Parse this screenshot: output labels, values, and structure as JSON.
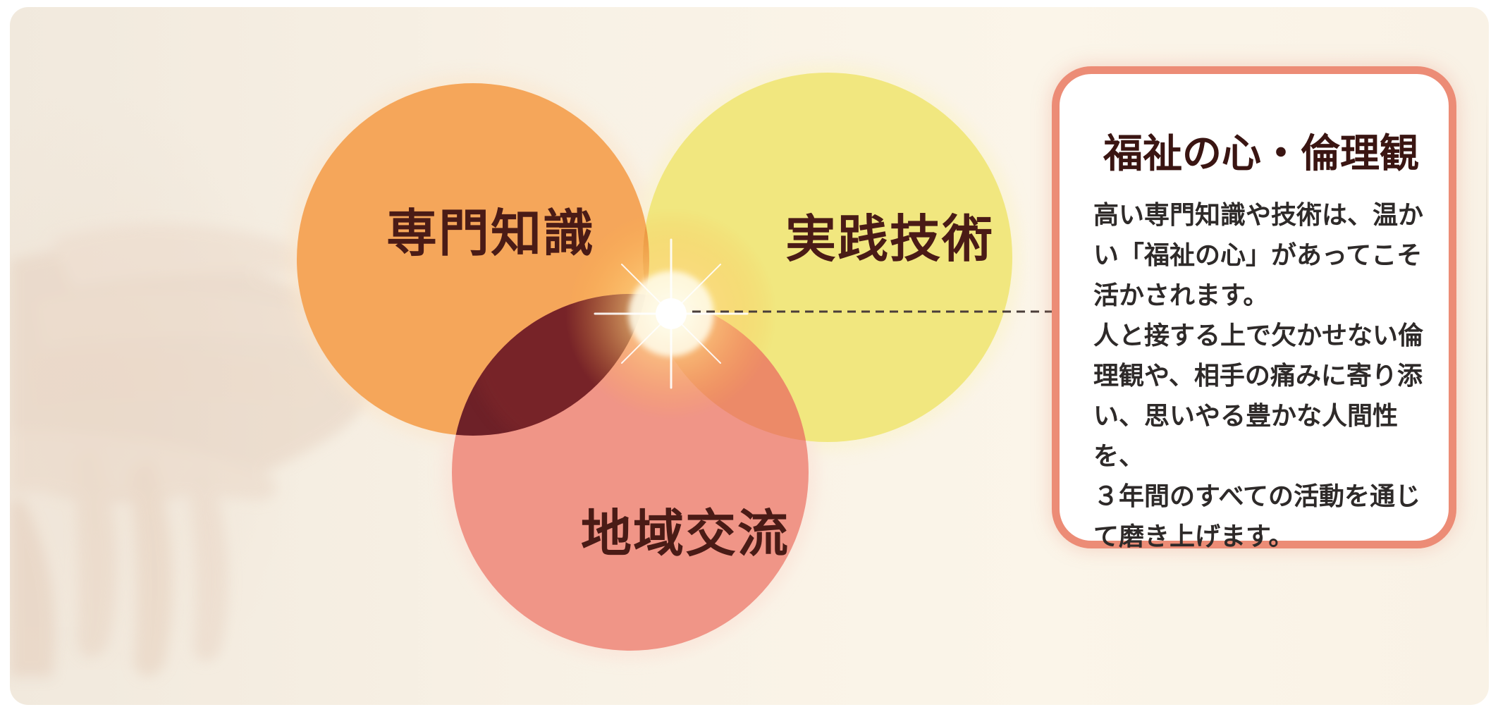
{
  "diagram": {
    "circles": [
      {
        "id": "knowledge",
        "label": "専門知識",
        "color": "#f5a65a"
      },
      {
        "id": "skill",
        "label": "実践技術",
        "color": "#f1e77f"
      },
      {
        "id": "community",
        "label": "地域交流",
        "color": "#f09587"
      }
    ],
    "overlap_colors": {
      "knowledge_skill": "#e8913f",
      "knowledge_community": "#6e2128",
      "skill_community": "#ec8a68"
    }
  },
  "info_box": {
    "title": "福祉の心・倫理観",
    "body": "高い専門知識や技術は、温か\nい「福祉の心」があってこそ\n活かされます。\n人と接する上で欠かせない倫\n理観や、相手の痛みに寄り添\nい、思いやる豊かな人間性を、\n３年間のすべての活動を通じ\nて磨き上げます。",
    "border_color": "#ec8c76"
  }
}
